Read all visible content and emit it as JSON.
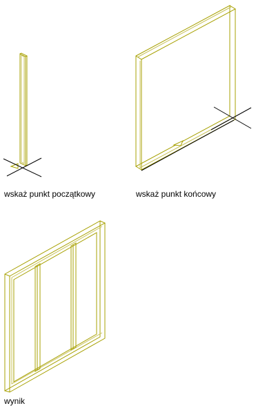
{
  "captions": {
    "start": "wskaż punkt początkowy",
    "end": "wskaż punkt końcowy",
    "result": "wynik"
  },
  "colors": {
    "frame": "#A7A000",
    "frame_inner": "#C8C25A",
    "cursor": "#000000",
    "background": "#FFFFFF"
  },
  "icons": {
    "crosshair": "crosshair-cursor-icon",
    "direction": "direction-arrow-icon"
  }
}
